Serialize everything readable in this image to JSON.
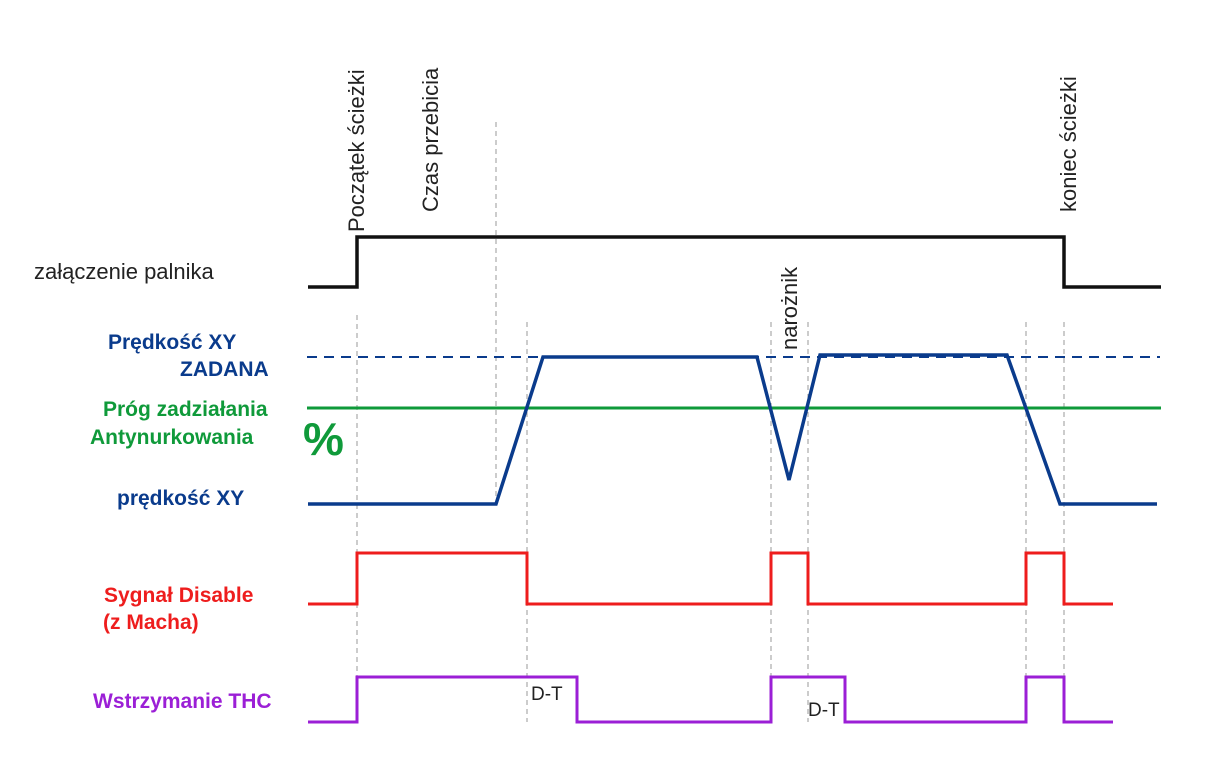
{
  "labels": {
    "path_start": "Początek ścieżki",
    "pierce_time": "Czas przebicia",
    "path_end": "koniec ścieżki",
    "corner": "narożnik",
    "torch_on": "załączenie palnika",
    "xy_set_line1": "Prędkość XY",
    "xy_set_line2": "ZADANA",
    "threshold_line1": "Próg zadziałania",
    "threshold_line2": "Antynurkowania",
    "percent": "%",
    "xy_speed": "prędkość XY",
    "disable_line1": "Sygnał Disable",
    "disable_line2": "(z Macha)",
    "thc_hold": "Wstrzymanie THC",
    "dt_1": "D-T",
    "dt_2": "D-T"
  },
  "colors": {
    "torch": "#111111",
    "xy": "#0a3b8c",
    "threshold": "#0f9a3a",
    "disable": "#ee1d1d",
    "thc": "#9b1fd6",
    "guide": "#9a9a9a"
  }
}
